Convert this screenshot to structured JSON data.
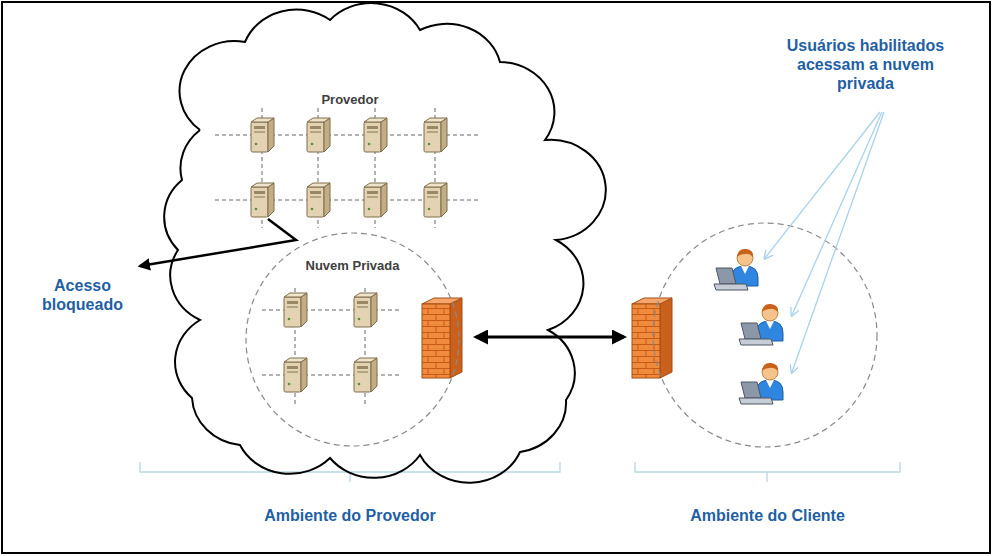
{
  "diagram": {
    "nodes": [
      {
        "text": [
          "Provedor"
        ]
      },
      {
        "text": [
          "Nuvem Privada"
        ],
        "in": 0
      }
    ],
    "labels": [
      "Acesso bloqueado",
      "Usuários habilitados acessam a nuvem privada",
      "Ambiente do Provedor",
      "Ambiente do Cliente"
    ]
  }
}
